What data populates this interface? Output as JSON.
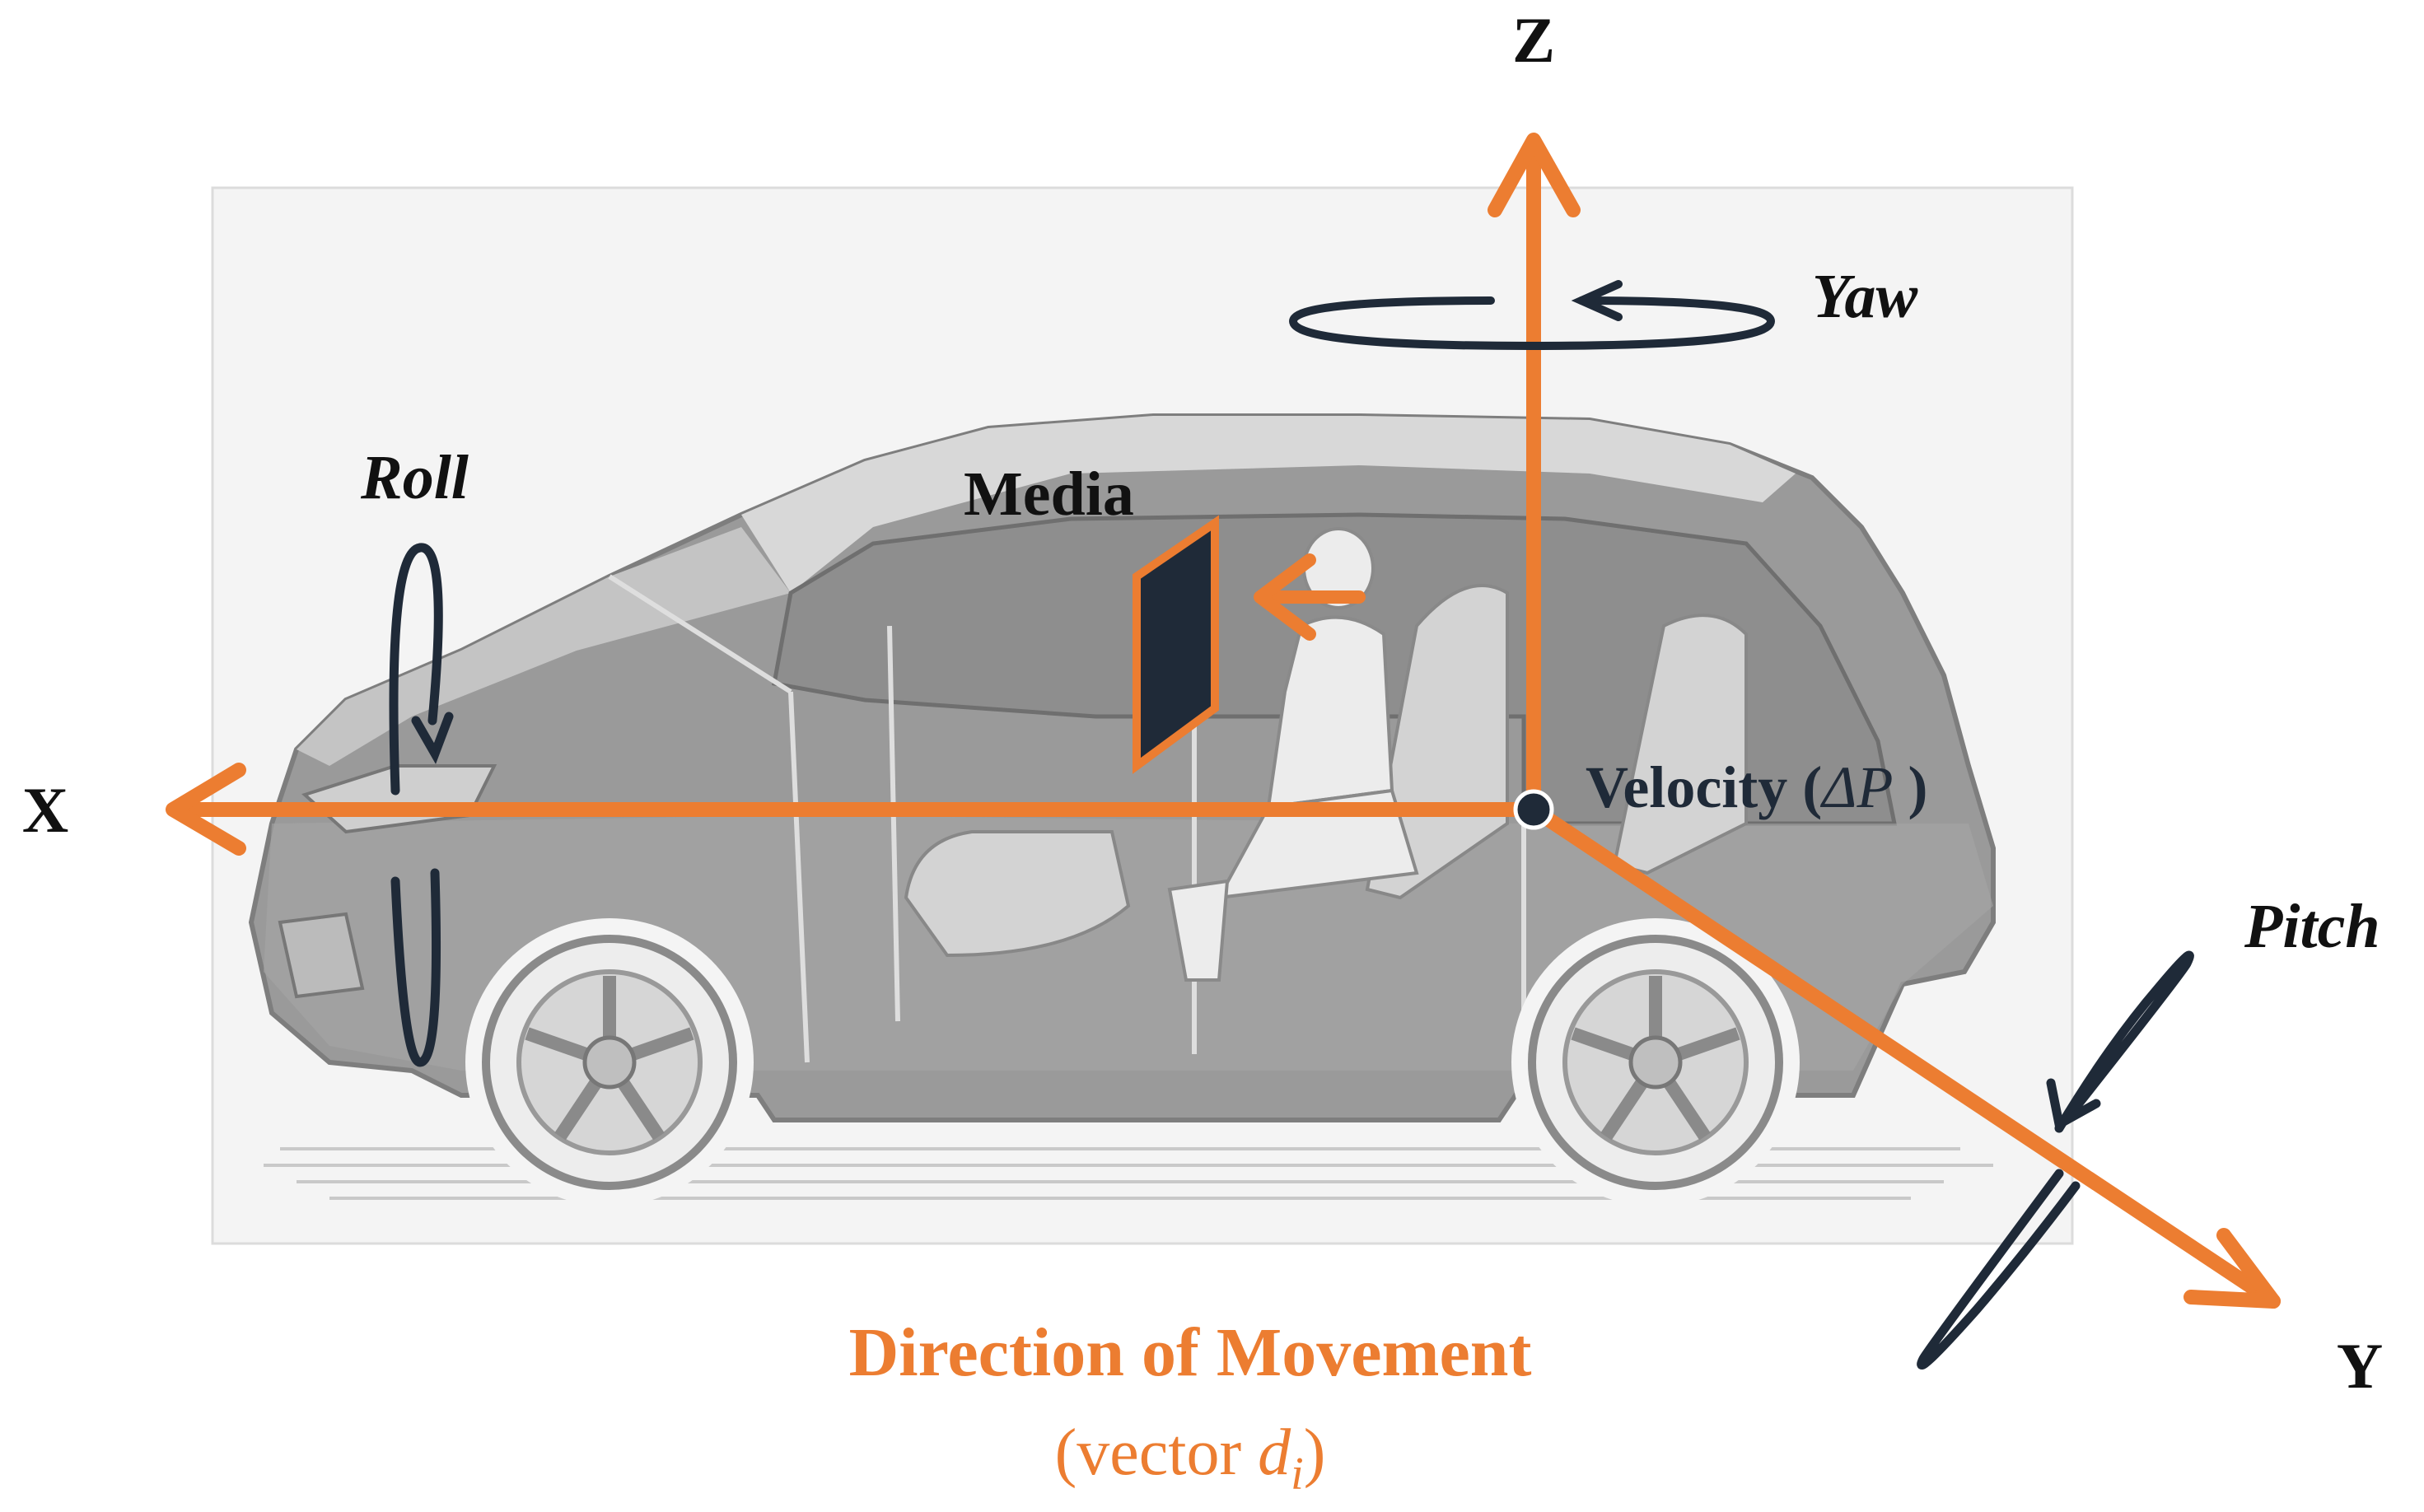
{
  "axes": {
    "x": {
      "label": "X"
    },
    "y": {
      "label": "Y"
    },
    "z": {
      "label": "Z"
    }
  },
  "rotations": {
    "roll": "Roll",
    "yaw": "Yaw",
    "pitch": "Pitch"
  },
  "media": {
    "label": "Media"
  },
  "velocity": {
    "label": "Velocity (",
    "symbol": "ΔP",
    "close": " )"
  },
  "direction": {
    "title": "Direction of Movement",
    "subtitle_prefix": "(vector ",
    "subtitle_var": "d",
    "subtitle_sub": "i",
    "subtitle_suffix": ")"
  },
  "colors": {
    "accent": "#ec7d31",
    "dark": "#1f2a38",
    "car_fill": "#9a9a9a",
    "car_light": "#d8d8d8",
    "panel_bg": "#f4f4f4"
  }
}
